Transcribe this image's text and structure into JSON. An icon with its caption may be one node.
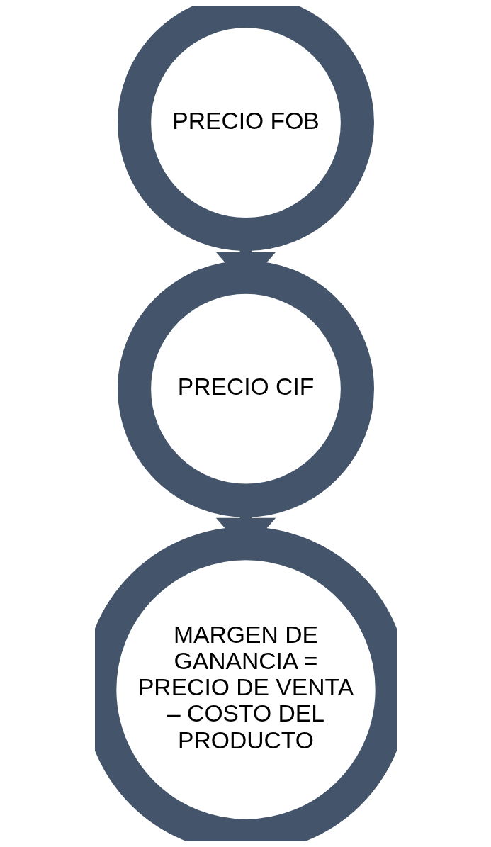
{
  "diagram": {
    "nodes": [
      {
        "text": [
          "PRECIO FOB"
        ]
      },
      {
        "text": [
          "PRECIO CIF"
        ]
      },
      {
        "text": [
          "MARGEN DE GANANCIA = PRECIO DE VENTA – COSTO DEL PRODUCTO"
        ]
      }
    ],
    "edges": [
      {
        "from": 0,
        "to": 1,
        "arrow": "to"
      },
      {
        "from": 1,
        "to": 2,
        "arrow": "to"
      }
    ]
  }
}
